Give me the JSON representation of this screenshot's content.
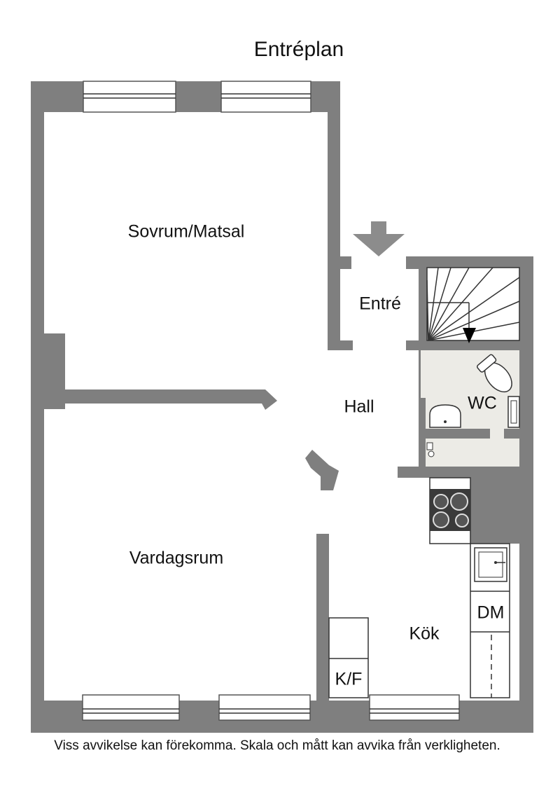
{
  "title": "Entréplan",
  "rooms": {
    "sovrum_matsal": "Sovrum/Matsal",
    "entre": "Entré",
    "hall": "Hall",
    "wc": "WC",
    "vardagsrum": "Vardagsrum",
    "kok": "Kök",
    "kf": "K/F",
    "dm": "DM"
  },
  "disclaimer": "Viss avvikelse kan förekomma. Skala och mått kan avvika från verkligheten.",
  "colors": {
    "wall": "#7f7f7f",
    "wc_floor": "#ecebe6",
    "entrance_arrow": "#8c8c8c",
    "stove": "#3a3a3a"
  },
  "icons": [
    "entrance-arrow-icon",
    "stair-icon",
    "toilet-icon",
    "sink-icon",
    "stove-icon",
    "kitchen-sink-icon",
    "tap-icon"
  ]
}
